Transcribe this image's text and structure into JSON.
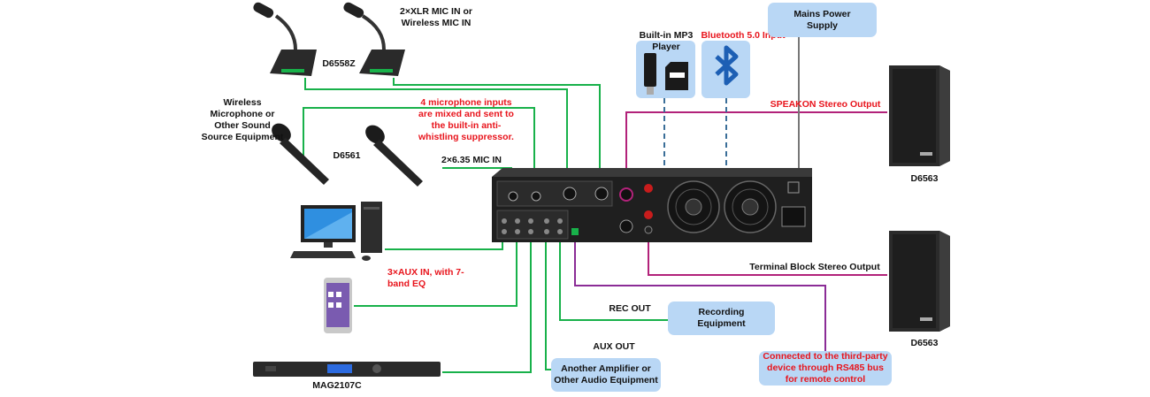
{
  "labels": {
    "xlr_mic_in": "2×XLR MIC IN or\nWireless MIC IN",
    "d6558z": "D6558Z",
    "wireless_source": "Wireless\nMicrophone or\nOther Sound\nSource Equipment",
    "d6561": "D6561",
    "mic_635_in": "2×6.35 MIC IN",
    "mic_inputs_note": "4 microphone inputs\nare mixed and sent to\nthe built-in anti-\nwhistling suppressor.",
    "mp3_player": "Built-in MP3\nPlayer",
    "bluetooth": "Bluetooth 5.0 Input",
    "speakon_output": "SPEAKON Stereo Output",
    "d6563_top": "D6563",
    "terminal_output": "Terminal Block Stereo Output",
    "d6563_bottom": "D6563",
    "aux_in": "3×AUX IN, with 7-\nband EQ",
    "rec_out": "REC OUT",
    "aux_out": "AUX OUT",
    "mag2107c": "MAG2107C"
  },
  "boxes": {
    "mains_power": "Mains Power\nSupply",
    "recording_equipment": "Recording\nEquipment",
    "another_amplifier": "Another Amplifier or\nOther Audio Equipment",
    "rs485_note": "Connected to the third-party\ndevice through RS485 bus\nfor remote control"
  },
  "colors": {
    "mic_line": "#18b14a",
    "purple_line": "#8b2c96",
    "magenta_line": "#b2227a",
    "gray_line": "#777777",
    "dashed_line": "#3a6e98",
    "box_fill": "#b9d7f5",
    "red_text": "#e8141c",
    "amp_body": "#1f1f1f"
  },
  "icons": [
    "desktop-microphone-icon",
    "handheld-microphone-icon",
    "usb-drive-icon",
    "sd-card-icon",
    "bluetooth-icon",
    "loudspeaker-icon",
    "computer-icon",
    "smartphone-icon",
    "media-player-icon",
    "amplifier-rear-panel-icon"
  ]
}
